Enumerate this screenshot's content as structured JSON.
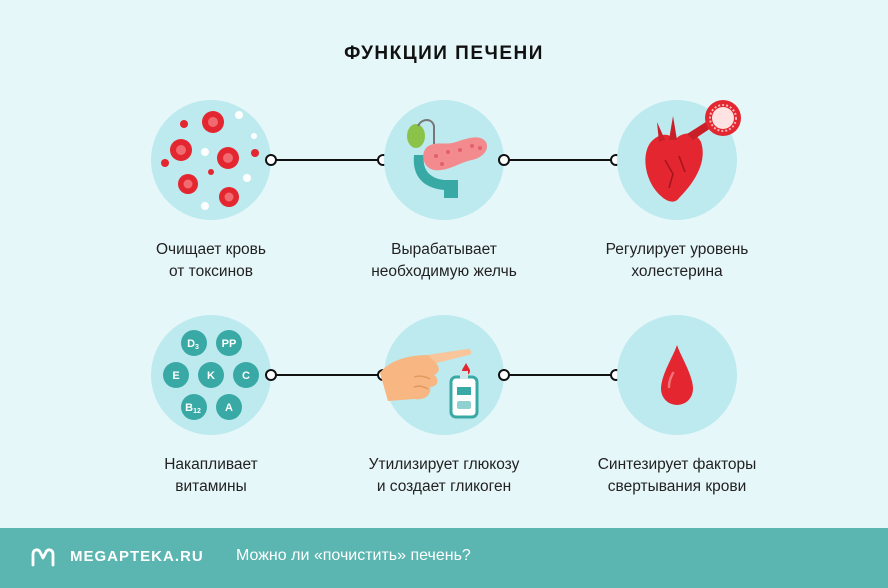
{
  "title": "ФУНКЦИИ ПЕЧЕНИ",
  "functions": [
    {
      "line1": "Очищает кровь",
      "line2": "от токсинов"
    },
    {
      "line1": "Вырабатывает",
      "line2": "необходимую желчь"
    },
    {
      "line1": "Регулирует уровень",
      "line2": "холестерина"
    },
    {
      "line1": "Накапливает",
      "line2": "витамины"
    },
    {
      "line1": "Утилизирует глюкозу",
      "line2": "и создает гликоген"
    },
    {
      "line1": "Синтезирует факторы",
      "line2": "свертывания крови"
    }
  ],
  "vitamins": {
    "d3": "D",
    "d3_sub": "3",
    "pp": "PP",
    "e": "E",
    "k": "K",
    "c": "C",
    "b12": "B",
    "b12_sub": "12",
    "a": "A"
  },
  "footer": {
    "brand": "MEGAPTEKA.RU",
    "link": "Можно ли «почистить» печень?"
  },
  "colors": {
    "background": "#e6f7fa",
    "circle": "#bdeaee",
    "footer": "#5bb6b1",
    "blood_red": "#e3262f",
    "teal": "#39a9a6"
  },
  "icons": [
    "blood-cells-icon",
    "liver-gallbladder-icon",
    "heart-icon",
    "vitamins-icon",
    "glucose-meter-icon",
    "blood-drop-icon"
  ]
}
